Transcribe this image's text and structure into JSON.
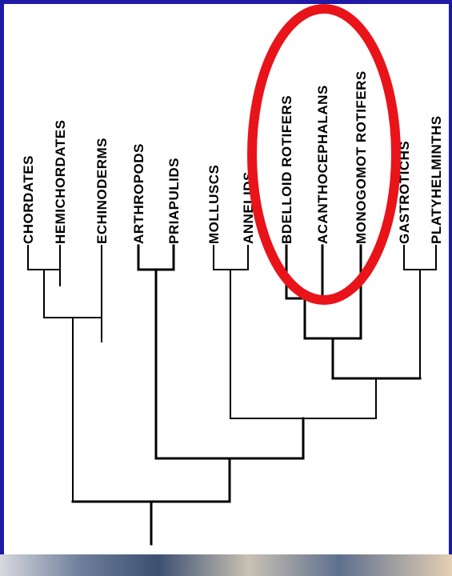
{
  "diagram": {
    "type": "phylogenetic-tree",
    "taxa": [
      "CHORDATES",
      "HEMICHORDATES",
      "ECHINODERMS",
      "ARTHROPODS",
      "PRIAPULIDS",
      "MOLLUSCS",
      "ANNELIDS",
      "BDELLOID ROTIFERS",
      "ACANTHOCEPHALANS",
      "MONOGOMOT ROTIFERS",
      "GASTROTICHS",
      "PLATYHELMINTHS"
    ],
    "highlight": {
      "shape": "ellipse",
      "color": "#e8141a",
      "taxa": [
        "BDELLOID ROTIFERS",
        "ACANTHOCEPHALANS",
        "MONOGOMOT ROTIFERS"
      ]
    }
  },
  "colors": {
    "frame": "#1f1aa6",
    "panel": "#ffffff",
    "line": "#000000"
  }
}
